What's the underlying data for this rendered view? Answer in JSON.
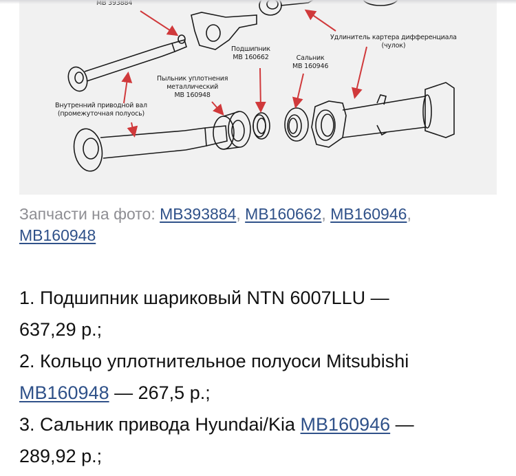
{
  "diagram": {
    "labels": {
      "retainer": "MB 393884",
      "bearing_title": "Подшипник",
      "bearing_code": "MB 160662",
      "oilseal_title": "Сальник",
      "oilseal_code": "MB 160946",
      "dustcover_line1": "Пыльник уплотнения",
      "dustcover_line2": "металлический",
      "dustcover_code": "MB 160948",
      "shaft_line1": "Внутренний приводной вал",
      "shaft_line2": "(промежуточная полуось)",
      "extension_line1": "Удлинитель картера дифференциала",
      "extension_line2": "(чулок)"
    },
    "colors": {
      "background": "#f1f1f1",
      "arrow": "#d0393b",
      "ink": "#1a1a1a"
    }
  },
  "caption": {
    "prefix": "Запчасти на фото: ",
    "links": [
      "MB393884",
      "MB160662",
      "MB160946",
      "MB160948"
    ],
    "separator": ", "
  },
  "items": [
    {
      "number": "1.",
      "text": "Подшипник шариковый NTN 6007LLU —",
      "price": "637,29 р.;"
    },
    {
      "number": "2.",
      "text": "Кольцо уплотнительное полуоси Mitsubishi",
      "link": "MB160948",
      "dash": " — ",
      "price": "267,5 р.;"
    },
    {
      "number": "3.",
      "text": "Сальник привода Hyundai/Kia ",
      "link": "MB160946",
      "dash": " —",
      "price": "289,92 р.;"
    }
  ],
  "colors": {
    "link": "#2f5189",
    "caption": "#8e8e93",
    "body_text": "#111111"
  }
}
